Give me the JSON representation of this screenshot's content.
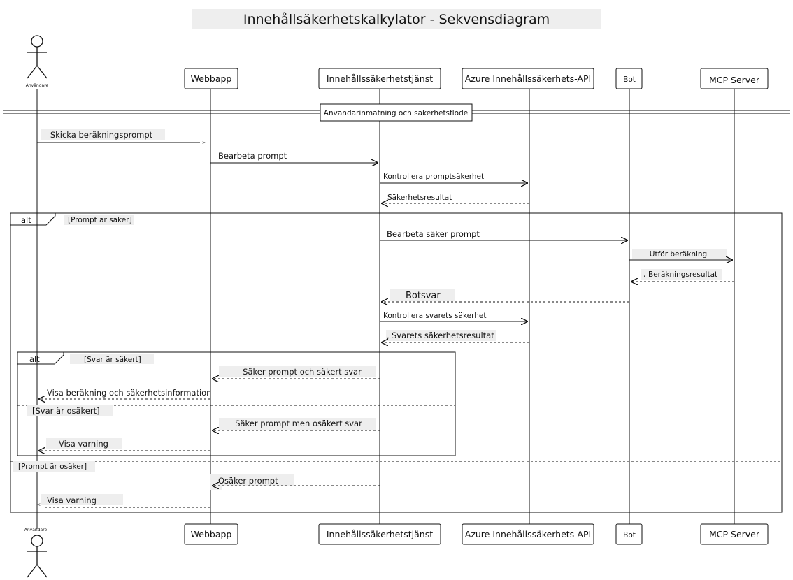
{
  "title": "Innehållsäkerhetskalkylator - Sekvensdiagram",
  "participants": {
    "user": "Användare",
    "webapp": "Webbapp",
    "service": "Innehållssäkerhetstjänst",
    "azure": "Azure Innehållssäkerhets-API",
    "bot": "Bot",
    "mcp": "MCP Server"
  },
  "divider": "Användarinmatning och säkerhetsflöde",
  "messages": {
    "m1": "Skicka beräkningsprompt",
    "m2": "Bearbeta prompt",
    "m3": "Kontrollera promptsäkerhet",
    "m4": "Säkerhetsresultat",
    "m5": "Bearbeta säker prompt",
    "m6": "Utför beräkning",
    "m7": "Beräkningsresultat",
    "m8": "Botsvar",
    "m9": "Kontrollera svarets säkerhet",
    "m10": "Svarets säkerhetsresultat",
    "m11": "Säker prompt och säkert svar",
    "m12": "Visa beräkning och säkerhetsinformation",
    "m13": "Säker prompt men osäkert svar",
    "m14": "Visa varning",
    "m15": "Osäker prompt",
    "m16": "Visa varning"
  },
  "fragments": {
    "outer_keyword": "alt",
    "outer_guard1": "[Prompt är säker]",
    "outer_guard2": "[Prompt är osäker]",
    "inner_keyword": "alt",
    "inner_guard1": "[Svar är säkert]",
    "inner_guard2": "[Svar är osäkert]"
  }
}
